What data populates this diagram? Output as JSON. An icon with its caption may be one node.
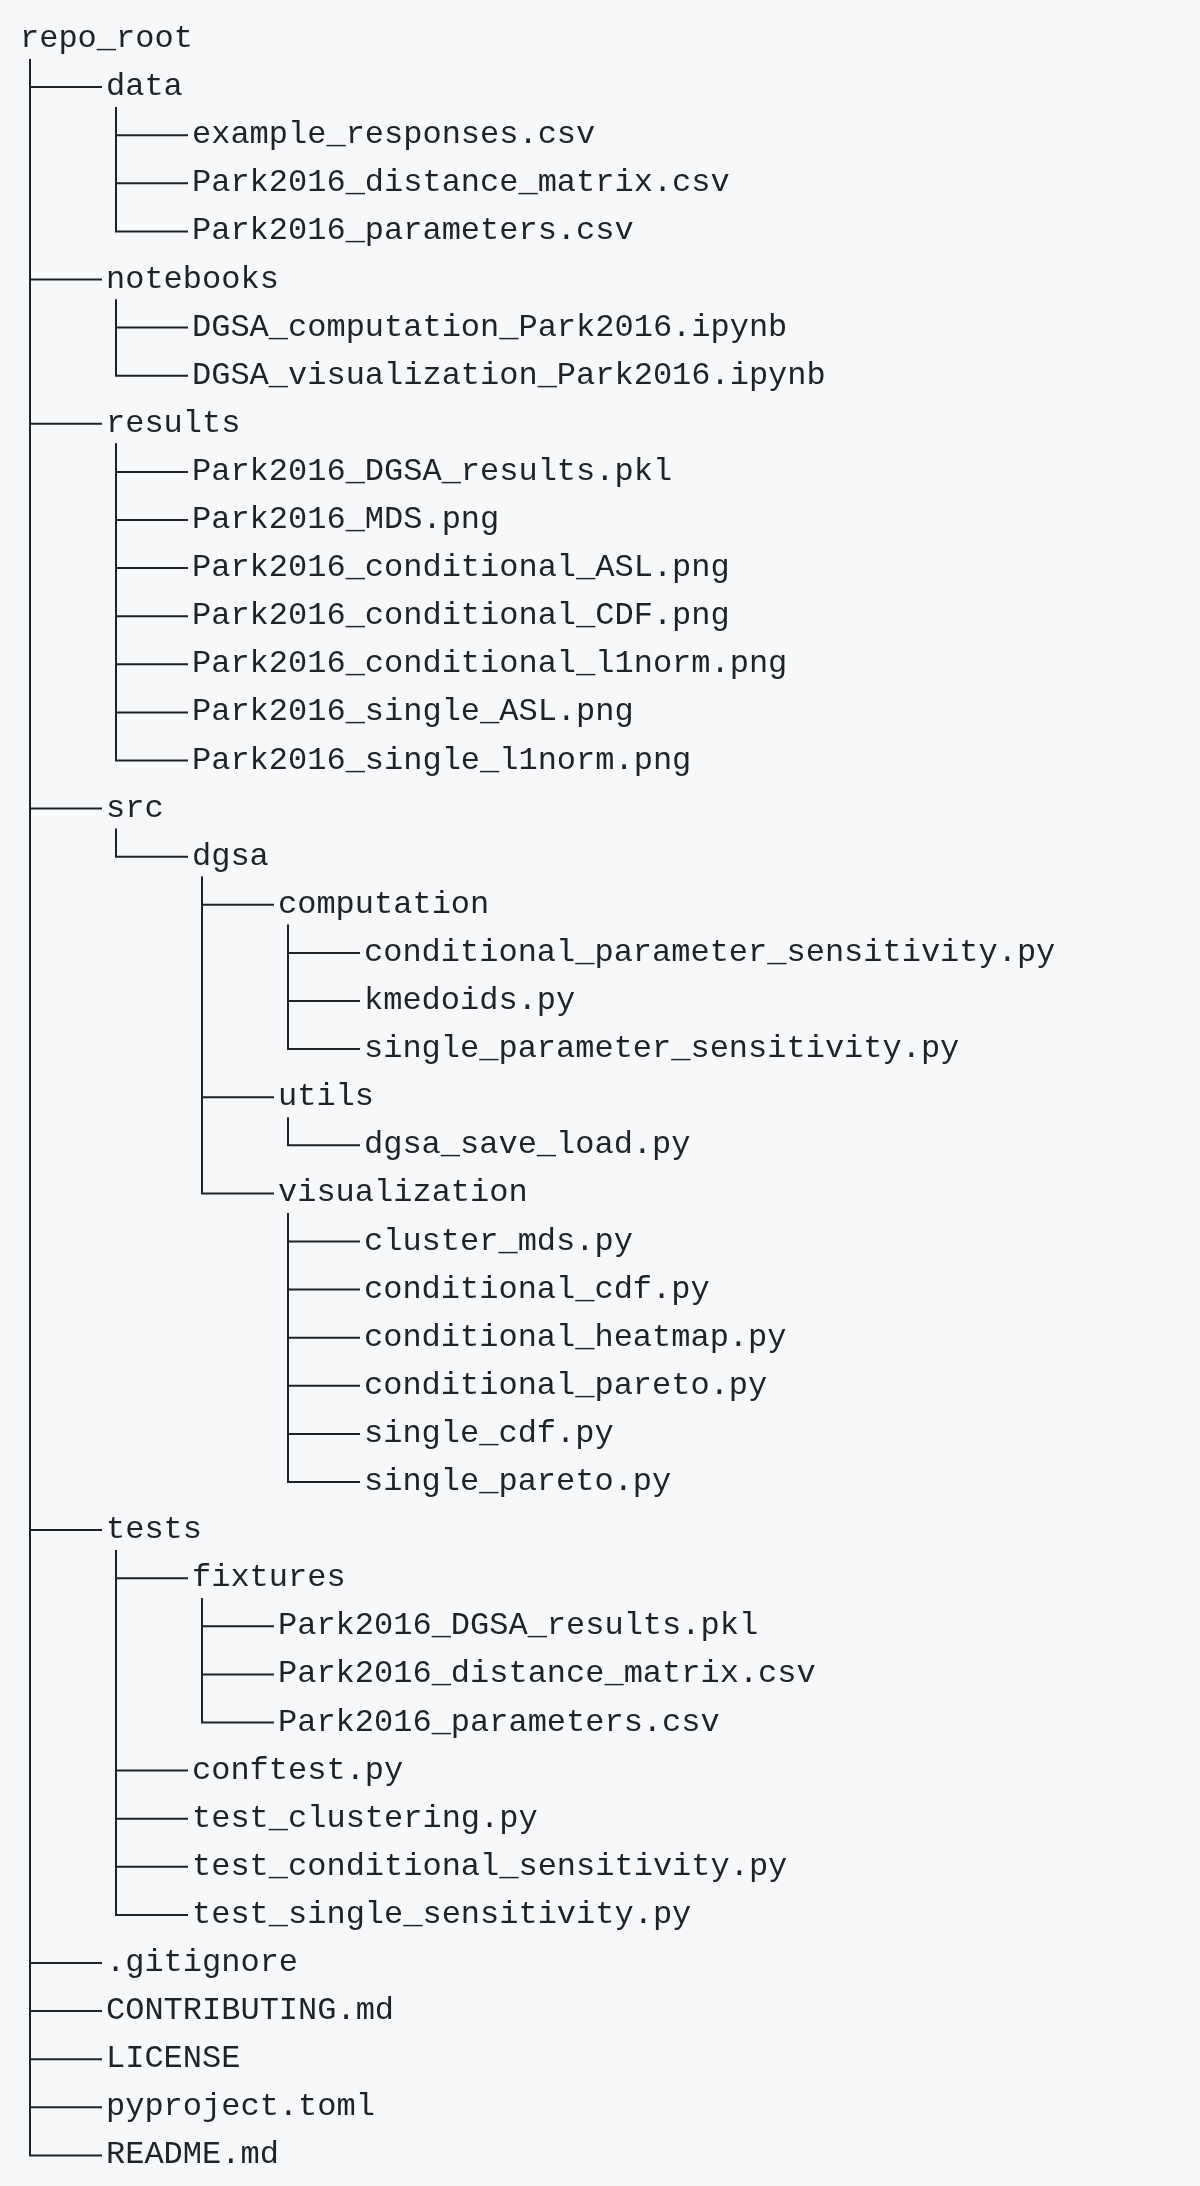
{
  "diagram": {
    "nodes": [
      {
        "text": [
          "repo_root"
        ]
      },
      {
        "text": [
          "data"
        ]
      },
      {
        "text": [
          "example_responses.csv"
        ]
      },
      {
        "text": [
          "Park2016_distance_matrix.csv"
        ]
      },
      {
        "text": [
          "Park2016_parameters.csv"
        ]
      },
      {
        "text": [
          "notebooks"
        ]
      },
      {
        "text": [
          "DGSA_computation_Park2016.ipynb"
        ]
      },
      {
        "text": [
          "DGSA_visualization_Park2016.ipynb"
        ]
      },
      {
        "text": [
          "results"
        ]
      },
      {
        "text": [
          "Park2016_DGSA_results.pkl"
        ]
      },
      {
        "text": [
          "Park2016_MDS.png"
        ]
      },
      {
        "text": [
          "Park2016_conditional_ASL.png"
        ]
      },
      {
        "text": [
          "Park2016_conditional_CDF.png"
        ]
      },
      {
        "text": [
          "Park2016_conditional_l1norm.png"
        ]
      },
      {
        "text": [
          "Park2016_single_ASL.png"
        ]
      },
      {
        "text": [
          "Park2016_single_l1norm.png"
        ]
      },
      {
        "text": [
          "src"
        ]
      },
      {
        "text": [
          "dgsa"
        ]
      },
      {
        "text": [
          "computation"
        ]
      },
      {
        "text": [
          "conditional_parameter_sensitivity.py"
        ]
      },
      {
        "text": [
          "kmedoids.py"
        ]
      },
      {
        "text": [
          "single_parameter_sensitivity.py"
        ]
      },
      {
        "text": [
          "utils"
        ]
      },
      {
        "text": [
          "dgsa_save_load.py"
        ]
      },
      {
        "text": [
          "visualization"
        ]
      },
      {
        "text": [
          "cluster_mds.py"
        ]
      },
      {
        "text": [
          "conditional_cdf.py"
        ]
      },
      {
        "text": [
          "conditional_heatmap.py"
        ]
      },
      {
        "text": [
          "conditional_pareto.py"
        ]
      },
      {
        "text": [
          "single_cdf.py"
        ]
      },
      {
        "text": [
          "single_pareto.py"
        ]
      },
      {
        "text": [
          "tests"
        ]
      },
      {
        "text": [
          "fixtures"
        ]
      },
      {
        "text": [
          "Park2016_DGSA_results.pkl"
        ]
      },
      {
        "text": [
          "Park2016_distance_matrix.csv"
        ]
      },
      {
        "text": [
          "Park2016_parameters.csv"
        ]
      },
      {
        "text": [
          "conftest.py"
        ]
      },
      {
        "text": [
          "test_clustering.py"
        ]
      },
      {
        "text": [
          "test_conditional_sensitivity.py"
        ]
      },
      {
        "text": [
          "test_single_sensitivity.py"
        ]
      },
      {
        "text": [
          ".gitignore"
        ]
      },
      {
        "text": [
          "CONTRIBUTING.md"
        ]
      },
      {
        "text": [
          "LICENSE"
        ]
      },
      {
        "text": [
          "pyproject.toml"
        ]
      },
      {
        "text": [
          "README.md"
        ]
      }
    ],
    "edges": [
      {
        "from": 0,
        "to": 1,
        "arrow": "none"
      },
      {
        "from": 1,
        "to": 2,
        "arrow": "none"
      },
      {
        "from": 1,
        "to": 3,
        "arrow": "none"
      },
      {
        "from": 1,
        "to": 4,
        "arrow": "none"
      },
      {
        "from": 0,
        "to": 5,
        "arrow": "none"
      },
      {
        "from": 5,
        "to": 6,
        "arrow": "none"
      },
      {
        "from": 5,
        "to": 7,
        "arrow": "none"
      },
      {
        "from": 0,
        "to": 8,
        "arrow": "none"
      },
      {
        "from": 8,
        "to": 9,
        "arrow": "none"
      },
      {
        "from": 8,
        "to": 10,
        "arrow": "none"
      },
      {
        "from": 8,
        "to": 11,
        "arrow": "none"
      },
      {
        "from": 8,
        "to": 12,
        "arrow": "none"
      },
      {
        "from": 8,
        "to": 13,
        "arrow": "none"
      },
      {
        "from": 8,
        "to": 14,
        "arrow": "none"
      },
      {
        "from": 8,
        "to": 15,
        "arrow": "none"
      },
      {
        "from": 0,
        "to": 16,
        "arrow": "none"
      },
      {
        "from": 16,
        "to": 17,
        "arrow": "none"
      },
      {
        "from": 17,
        "to": 18,
        "arrow": "none"
      },
      {
        "from": 18,
        "to": 19,
        "arrow": "none"
      },
      {
        "from": 18,
        "to": 20,
        "arrow": "none"
      },
      {
        "from": 18,
        "to": 21,
        "arrow": "none"
      },
      {
        "from": 17,
        "to": 22,
        "arrow": "none"
      },
      {
        "from": 22,
        "to": 23,
        "arrow": "none"
      },
      {
        "from": 17,
        "to": 24,
        "arrow": "none"
      },
      {
        "from": 24,
        "to": 25,
        "arrow": "none"
      },
      {
        "from": 24,
        "to": 26,
        "arrow": "none"
      },
      {
        "from": 24,
        "to": 27,
        "arrow": "none"
      },
      {
        "from": 24,
        "to": 28,
        "arrow": "none"
      },
      {
        "from": 24,
        "to": 29,
        "arrow": "none"
      },
      {
        "from": 24,
        "to": 30,
        "arrow": "none"
      },
      {
        "from": 0,
        "to": 31,
        "arrow": "none"
      },
      {
        "from": 31,
        "to": 32,
        "arrow": "none"
      },
      {
        "from": 32,
        "to": 33,
        "arrow": "none"
      },
      {
        "from": 32,
        "to": 34,
        "arrow": "none"
      },
      {
        "from": 32,
        "to": 35,
        "arrow": "none"
      },
      {
        "from": 31,
        "to": 36,
        "arrow": "none"
      },
      {
        "from": 31,
        "to": 37,
        "arrow": "none"
      },
      {
        "from": 31,
        "to": 38,
        "arrow": "none"
      },
      {
        "from": 31,
        "to": 39,
        "arrow": "none"
      },
      {
        "from": 0,
        "to": 40,
        "arrow": "none"
      },
      {
        "from": 0,
        "to": 41,
        "arrow": "none"
      },
      {
        "from": 0,
        "to": 42,
        "arrow": "none"
      },
      {
        "from": 0,
        "to": 43,
        "arrow": "none"
      },
      {
        "from": 0,
        "to": 44,
        "arrow": "none"
      }
    ]
  }
}
